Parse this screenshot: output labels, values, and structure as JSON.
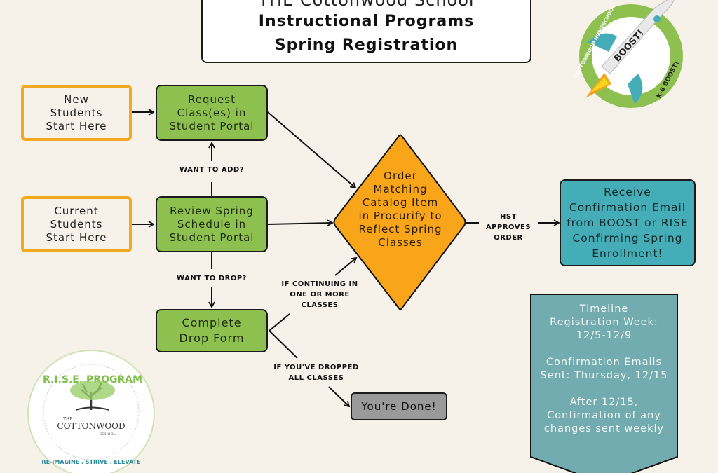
{
  "header": {
    "line1": "THE Cottonwood School",
    "line2": "Instructional Programs",
    "line3": "Spring Registration"
  },
  "logos": {
    "boost": {
      "ring_text": "COTTONWOOD HOMESCHOOL",
      "rocket_text": "BOOST!",
      "badge_text": "K-6 BOOST!"
    },
    "rise": {
      "top_text": "R.I.S.E. PROGRAM",
      "school_the": "THE",
      "school_name": "COTTONWOOD",
      "school_sub": "SCHOOL",
      "motto": "RE-IMAGINE . STRIVE . ELEVATE"
    }
  },
  "nodes": {
    "new_students": "New Students Start Here",
    "current_students": "Current Students Start Here",
    "request_classes": "Request Class(es) in Student Portal",
    "review_schedule": "Review Spring Schedule in Student Portal",
    "complete_drop": "Complete Drop Form",
    "order_catalog": "Order Matching Catalog Item in Procurify to Reflect Spring Classes",
    "receive_confirmation": "Receive Confirmation Email from BOOST or RISE Confirming Spring Enrollment!",
    "done": "You're Done!"
  },
  "edge_labels": {
    "want_to_add": "WANT TO ADD?",
    "want_to_drop": "WANT TO DROP?",
    "if_continuing": "IF CONTINUING IN ONE OR MORE CLASSES",
    "if_dropped_all": "IF YOU'VE DROPPED ALL CLASSES",
    "hst_approves": "HST APPROVES ORDER"
  },
  "timeline": {
    "heading": "Timeline",
    "registration_label": "Registration Week:",
    "registration_dates": "12/5-12/9",
    "emails_label": "Confirmation Emails",
    "emails_date": "Sent:  Thursday, 12/15",
    "after_line1": "After 12/15,",
    "after_line2": "Confirmation of any",
    "after_line3": "changes sent weekly"
  },
  "colors": {
    "background": "#f6f2ea",
    "start_border": "#f3a81f",
    "green": "#8dc04f",
    "orange": "#f9a51a",
    "teal": "#45adb7",
    "timeline": "#72acb0",
    "gray": "#9a9a9a"
  }
}
